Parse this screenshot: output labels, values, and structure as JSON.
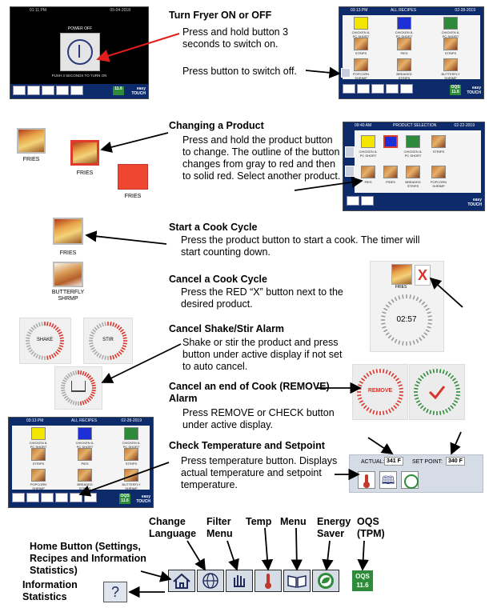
{
  "sections": {
    "power": {
      "heading": "Turn Fryer ON or OFF",
      "text1": "Press and hold button 3 seconds to switch on.",
      "text2": "Press button to switch off."
    },
    "product": {
      "heading": "Changing a Product",
      "text": "Press and hold the product button to change.  The outline of the button changes from gray to red and then to solid red.  Select another product."
    },
    "cook": {
      "heading": "Start a Cook Cycle",
      "text": "Press the product button to start a cook. The timer will start counting down."
    },
    "cancel_cook": {
      "heading": "Cancel a Cook Cycle",
      "text": "Press the RED “X” button next to the desired product."
    },
    "shake": {
      "heading": "Cancel Shake/Stir Alarm",
      "text": "Shake or stir the product and press button under active display if not set to auto cancel."
    },
    "remove": {
      "heading": "Cancel an end of Cook (REMOVE) Alarm",
      "text": "Press REMOVE or CHECK button under active display."
    },
    "temp": {
      "heading": "Check Temperature and Setpoint",
      "text": "Press temperature button. Displays actual temperature and setpoint temperature."
    }
  },
  "power_screen": {
    "time": "01:11 PM",
    "date": "05-04-2018",
    "title": "POWER OFF",
    "footer": "PUSH 3 SECONDS TO TURN ON",
    "oqs": "11.6",
    "brand1": "easy",
    "brand2": "TOUCH"
  },
  "recipes_screen": {
    "time": "03:13 PM",
    "title": "ALL RECIPES",
    "date": "02-28-2019",
    "items": [
      "CHICKEN 8-PC SHORT",
      "CHICKEN 8-PC SHORT",
      "CHICKEN 8-PC SHORT",
      "STRIPS",
      "PIES",
      "STRIPS",
      "POPCORN SHRIMP",
      "BREADED STRIPS",
      "BUTTERFLY SHRIMP"
    ],
    "oqs": "11.6",
    "brand1": "easy",
    "brand2": "TOUCH",
    "badge1": "OQS"
  },
  "selection_screen": {
    "time": "09:40 AM",
    "title": "PRODUCT SELECTION",
    "date": "02-22-2019",
    "items": [
      "CHICKEN 8-PC SHORT",
      "",
      "CHICKEN 8-PC SHORT",
      "STRIPS",
      "PIES",
      "FRIES",
      "BREADED STRIPS",
      "POPCORN SHRIMP"
    ],
    "brand1": "easy",
    "brand2": "TOUCH"
  },
  "products": {
    "fries": "FRIES",
    "butterfly1": "BUTTERFLY",
    "butterfly2": "SHRMP"
  },
  "timer": {
    "label": "FRIES",
    "time": "02:57",
    "x": "X"
  },
  "alarms": {
    "shake": "SHAKE",
    "stir": "STIR",
    "remove": "REMOVE"
  },
  "temperature": {
    "actual_label": "ACTUAL:",
    "actual_value": "341 F",
    "setpoint_label": "SET POINT:",
    "setpoint_value": "340 F"
  },
  "toolbar": {
    "change_language": "Change Language",
    "filter_menu": "Filter Menu",
    "temp": "Temp",
    "menu": "Menu",
    "energy_saver": "Energy Saver",
    "oqs": "OQS (TPM)",
    "home": "Home Button (Settings, Recipes and Information Statistics)",
    "info": "Information Statistics",
    "oqs_badge": "OQS",
    "oqs_value": "11.6",
    "info_glyph": "?"
  },
  "icons": [
    "home-icon",
    "globe-icon",
    "filter-hand-icon",
    "thermometer-icon",
    "book-icon",
    "leaf-icon",
    "question-icon"
  ],
  "colors": {
    "screen_blue": "#0d2a6b",
    "alarm_red": "#d9342b",
    "check_green": "#2e8b3a",
    "arrow": "#000000"
  }
}
